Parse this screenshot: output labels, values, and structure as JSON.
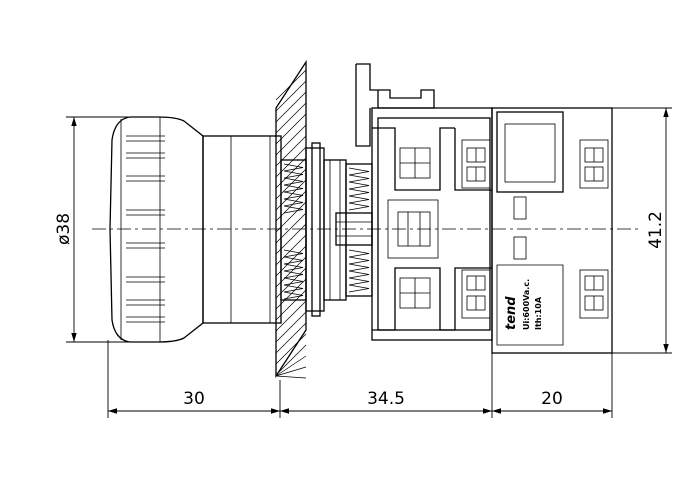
{
  "drawing": {
    "dimensions": {
      "cap_diameter": "ø38",
      "overall_height": "41.2",
      "cap_length": "30",
      "mid_length": "34.5",
      "block_length": "20"
    },
    "label": {
      "brand": "tend",
      "voltage": "Ui:600Va.c.",
      "current": "Ith:10A"
    }
  }
}
